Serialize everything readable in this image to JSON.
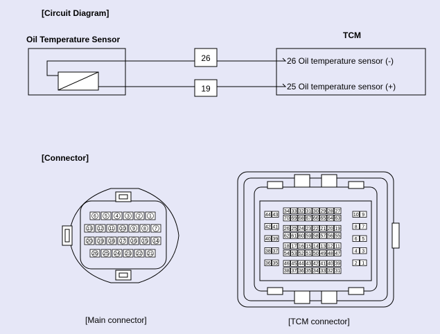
{
  "headings": {
    "circuit": "[Circuit Diagram]",
    "connector": "[Connector]"
  },
  "sensor": {
    "label": "Oil Temperature Sensor"
  },
  "tcm": {
    "label": "TCM"
  },
  "wires": [
    {
      "connector_pin": "26",
      "tcm_label": "26 Oil temperature sensor (-)"
    },
    {
      "connector_pin": "19",
      "tcm_label": "25 Oil temperature sensor (+)"
    }
  ],
  "main_connector": {
    "caption": "[Main connector]",
    "rows": [
      [
        "6",
        "5",
        "4",
        "3",
        "2",
        "1"
      ],
      [
        "13",
        "12",
        "11",
        "10",
        "9",
        "8",
        "7"
      ],
      [
        "20",
        "19",
        "18",
        "17",
        "16",
        "15",
        "14"
      ],
      [
        "26",
        "25",
        "24",
        "23",
        "22",
        "21"
      ]
    ]
  },
  "tcm_connector": {
    "caption": "[TCM connector]",
    "left_rows": [
      [
        "44",
        "43"
      ],
      [
        "42",
        "41"
      ],
      [
        "40",
        "39"
      ],
      [
        "38",
        "37"
      ],
      [
        "36",
        "35"
      ]
    ],
    "center_rows": [
      [
        "34",
        "33",
        "32",
        "31",
        "30",
        "29",
        "28",
        "27"
      ],
      [
        "70",
        "69",
        "68",
        "67",
        "66",
        "65",
        "64",
        "63"
      ],
      [
        "26",
        "25",
        "24",
        "23",
        "22",
        "21",
        "20",
        "19"
      ],
      [
        "62",
        "61",
        "60",
        "59",
        "58",
        "57",
        "56",
        "55"
      ],
      [
        "18",
        "17",
        "16",
        "15",
        "14",
        "13",
        "12",
        "11"
      ],
      [
        "54",
        "53",
        "52",
        "51",
        "50",
        "49",
        "48",
        "47"
      ],
      [
        "46",
        "45",
        "44",
        "43",
        "42",
        "41",
        "40",
        "39"
      ],
      [
        "38",
        "37",
        "36",
        "35",
        "34",
        "33",
        "32",
        "31"
      ]
    ],
    "right_rows": [
      [
        "10",
        "9"
      ],
      [
        "8",
        "7"
      ],
      [
        "6",
        "5"
      ],
      [
        "4",
        "3"
      ],
      [
        "2",
        "1"
      ]
    ]
  }
}
